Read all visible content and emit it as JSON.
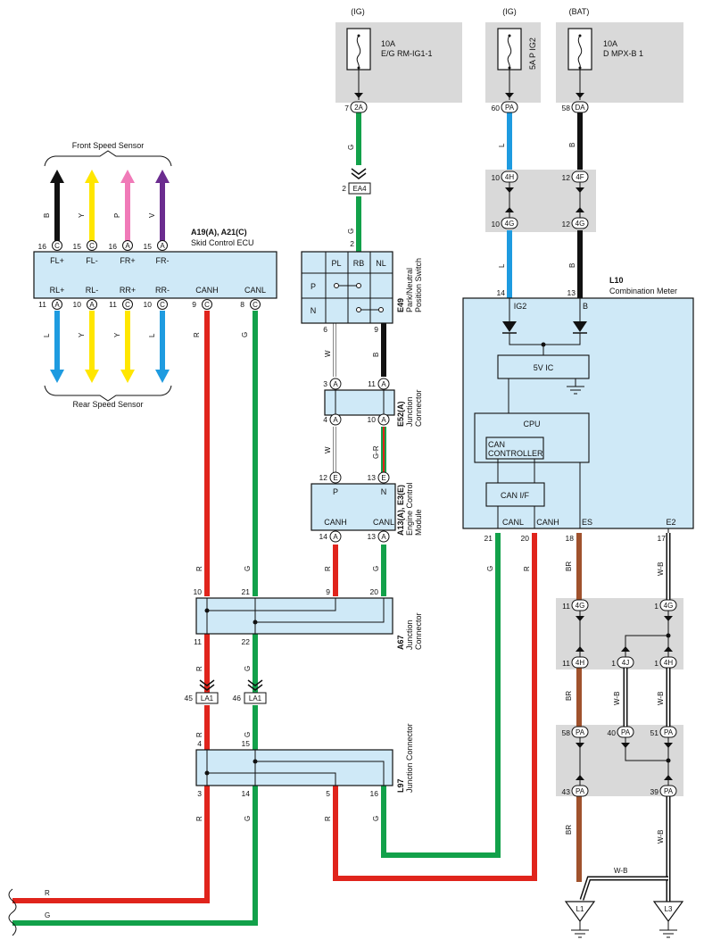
{
  "colors": {
    "red": "#e0241c",
    "green": "#12a14a",
    "blue": "#1e9be0",
    "black": "#111111",
    "yellow": "#ffe600",
    "pink": "#f07ab8",
    "purple": "#6b2c8f",
    "brown": "#a0522d",
    "component": "#cfe9f7",
    "gray_area": "#d9d9d9"
  },
  "fuses": [
    {
      "source": "(IG)",
      "name": "10A",
      "desc": "E/G RM-IG1-1",
      "pin": "7",
      "conn": "2A"
    },
    {
      "source": "(IG)",
      "name": "5A P IG2",
      "pin": "60",
      "conn": "PA"
    },
    {
      "source": "(BAT)",
      "name": "10A",
      "desc": "D MPX-B 1",
      "pin": "58",
      "conn": "DA"
    }
  ],
  "skid_ecu": {
    "title": "A19(A), A21(C)",
    "name": "Skid Control ECU",
    "top_terms": [
      {
        "pin": "16",
        "conn": "C",
        "label": "FL+",
        "wire": "B"
      },
      {
        "pin": "15",
        "conn": "C",
        "label": "FL-",
        "wire": "Y"
      },
      {
        "pin": "16",
        "conn": "A",
        "label": "FR+",
        "wire": "P"
      },
      {
        "pin": "15",
        "conn": "A",
        "label": "FR-",
        "wire": "V"
      }
    ],
    "bottom_terms": [
      {
        "pin": "11",
        "conn": "A",
        "label": "RL+",
        "wire": "L"
      },
      {
        "pin": "10",
        "conn": "A",
        "label": "RL-",
        "wire": "Y"
      },
      {
        "pin": "11",
        "conn": "C",
        "label": "RR+",
        "wire": "Y"
      },
      {
        "pin": "10",
        "conn": "C",
        "label": "RR-",
        "wire": "L"
      },
      {
        "pin": "9",
        "conn": "C",
        "label": "CANH",
        "wire": "R"
      },
      {
        "pin": "8",
        "conn": "C",
        "label": "CANL",
        "wire": "G"
      }
    ],
    "front_sensor": "Front Speed Sensor",
    "rear_sensor": "Rear Speed Sensor"
  },
  "ea4": {
    "pin": "2",
    "label": "EA4",
    "wire": "G"
  },
  "pnp_switch": {
    "code": "E49",
    "name1": "Park/Neutral",
    "name2": "Position Switch",
    "cols": [
      "PL",
      "RB",
      "NL"
    ],
    "rows": [
      "P",
      "N"
    ],
    "top_pin": "2",
    "pins": [
      "6",
      "9"
    ],
    "wires": [
      "W",
      "B"
    ]
  },
  "e52": {
    "code": "E52(A)",
    "name1": "Junction",
    "name2": "Connector",
    "pins": [
      "3",
      "11",
      "4",
      "10"
    ],
    "conn": "A",
    "wires": [
      "W",
      "G-R"
    ]
  },
  "ecm": {
    "code": "A13(A), E3(E)",
    "name1": "Engine Control",
    "name2": "Module",
    "pins_top": [
      "12",
      "13"
    ],
    "conn_top": "E",
    "labels_top": [
      "P",
      "N"
    ],
    "labels_bottom": [
      "CANH",
      "CANL"
    ],
    "pins_bottom": [
      "14",
      "13"
    ],
    "conn_bottom": "A",
    "wires": [
      "R",
      "G"
    ]
  },
  "a67": {
    "code": "A67",
    "name1": "Junction",
    "name2": "Connector",
    "pins_top": [
      "10",
      "21",
      "9",
      "20"
    ],
    "pins_bottom": [
      "11",
      "22"
    ],
    "wires": [
      "R",
      "G"
    ]
  },
  "la1": {
    "pins": [
      "45",
      "46"
    ],
    "label": "LA1"
  },
  "l97": {
    "code": "L97",
    "name": "Junction Connector",
    "pins_top": [
      "4",
      "15"
    ],
    "pins_bottom": [
      "3",
      "14",
      "5",
      "16"
    ]
  },
  "meter": {
    "code": "L10",
    "name": "Combination Meter",
    "top_pins": [
      "14",
      "13"
    ],
    "top_labels": [
      "IG2",
      "B"
    ],
    "top_wires": [
      "L",
      "B"
    ],
    "ic": "5V IC",
    "cpu": "CPU",
    "can_ctrl1": "CAN",
    "can_ctrl2": "CONTROLLER",
    "can_if": "CAN I/F",
    "bottom_labels": [
      "CANL",
      "CANH",
      "ES",
      "E2"
    ],
    "bottom_pins": [
      "21",
      "20",
      "18",
      "17"
    ],
    "bottom_wires": [
      "G",
      "R",
      "BR",
      "W-B"
    ]
  },
  "junction_4h4g": {
    "pins": [
      "10",
      "12",
      "10",
      "12"
    ],
    "conns": [
      "4H",
      "4F",
      "4G",
      "4G"
    ]
  },
  "ground_jc": {
    "row1": [
      {
        "pin": "11",
        "conn": "4G"
      },
      {
        "pin": "1",
        "conn": "4G"
      }
    ],
    "row2": [
      {
        "pin": "11",
        "conn": "4H"
      },
      {
        "pin": "1",
        "conn": "4J"
      },
      {
        "pin": "1",
        "conn": "4H"
      }
    ],
    "row3": [
      {
        "pin": "58",
        "conn": "PA"
      },
      {
        "pin": "40",
        "conn": "PA"
      },
      {
        "pin": "51",
        "conn": "PA"
      }
    ],
    "row4": [
      {
        "pin": "43",
        "conn": "PA"
      },
      {
        "pin": "39",
        "conn": "PA"
      }
    ],
    "wires": [
      "BR",
      "W-B",
      "W-B",
      "BR",
      "W-B",
      "W-B"
    ]
  },
  "grounds": [
    "L1",
    "L3"
  ],
  "left_wires": [
    "R",
    "G"
  ]
}
